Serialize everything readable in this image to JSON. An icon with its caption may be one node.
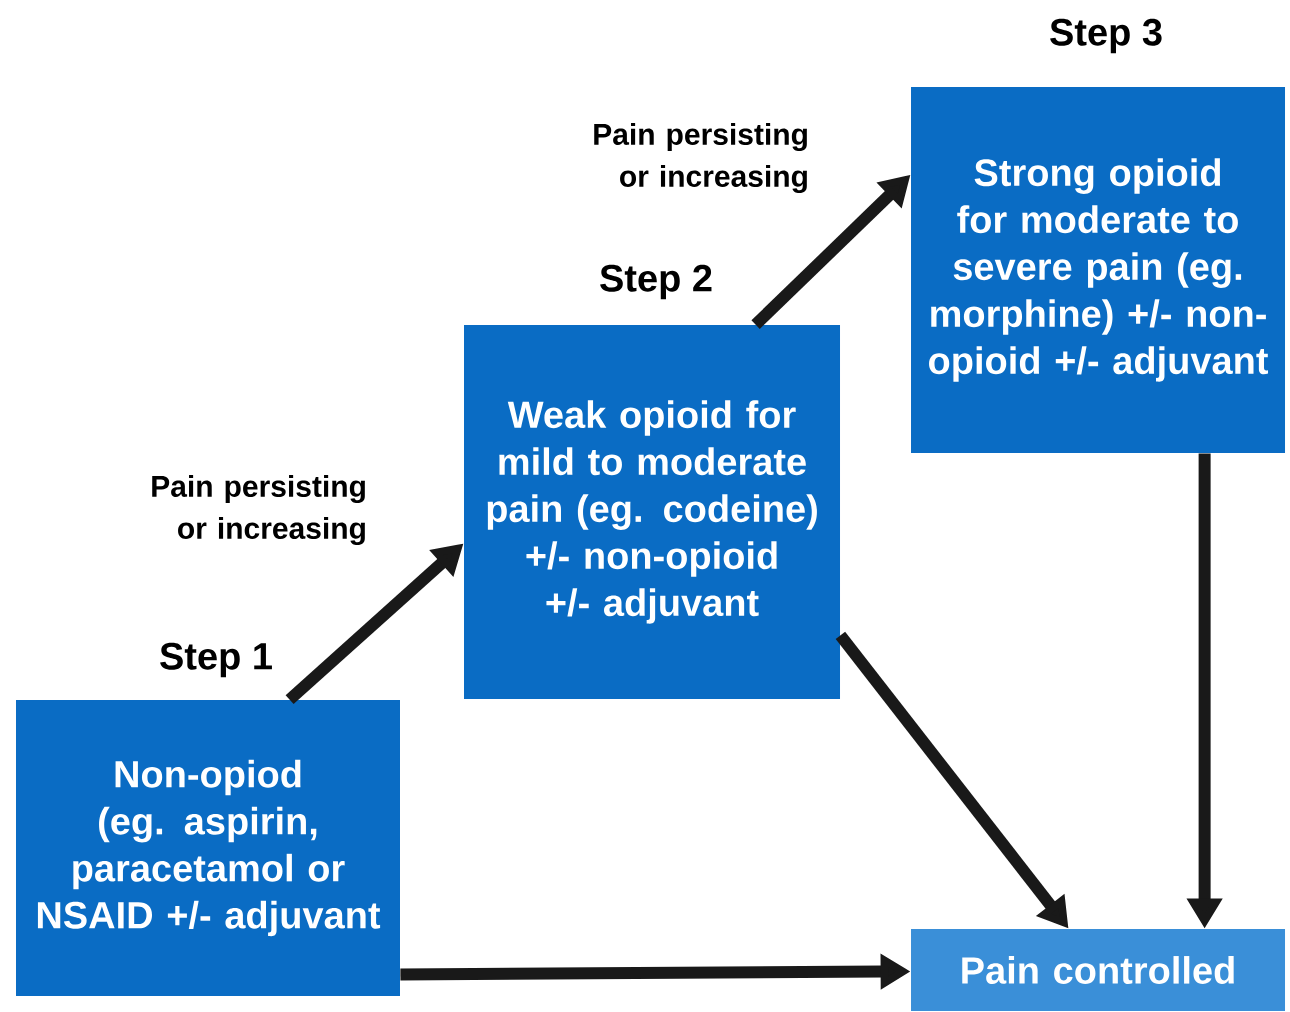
{
  "diagram": {
    "nodes": [
      {
        "text": [
          "Step 1",
          "Non-opiod (eg. aspirin, paracetamol or NSAID +/- adjuvant"
        ]
      },
      {
        "text": [
          "Step 2",
          "Weak opioid for mild to moderate pain (eg. codeine) +/- non-opioid +/- adjuvant"
        ]
      },
      {
        "text": [
          "Step 3",
          "Strong opioid for moderate to severe pain (eg. morphine) +/- non-opioid +/- adjuvant"
        ]
      },
      {
        "text": [
          "Pain controlled"
        ]
      }
    ],
    "edges": [
      {
        "from": 0,
        "to": 1,
        "arrow": "to",
        "label": "Pain persisting or increasing"
      },
      {
        "from": 1,
        "to": 2,
        "arrow": "to",
        "label": "Pain persisting or increasing"
      },
      {
        "from": 0,
        "to": 3,
        "arrow": "to"
      },
      {
        "from": 1,
        "to": 3,
        "arrow": "to"
      },
      {
        "from": 2,
        "to": 3,
        "arrow": "to"
      }
    ]
  }
}
